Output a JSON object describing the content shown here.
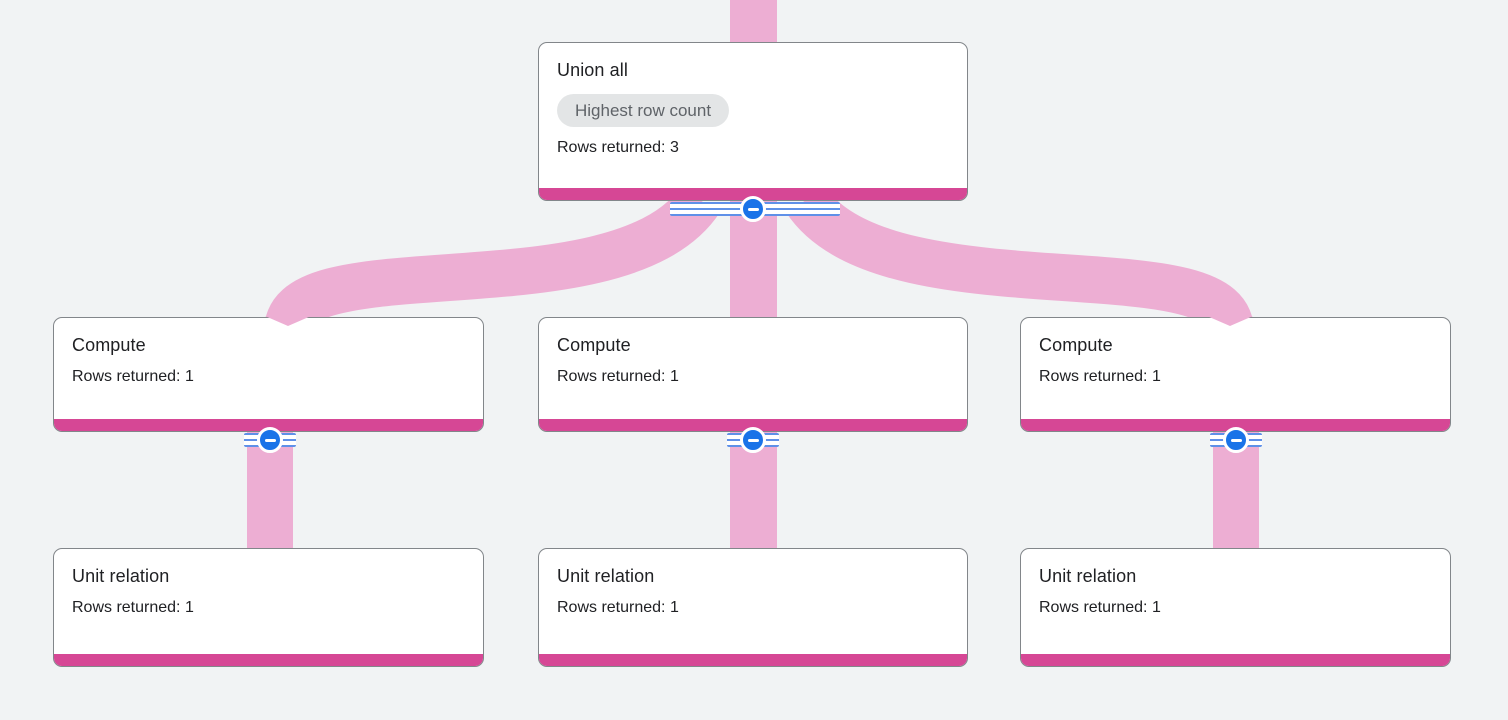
{
  "diagram": {
    "kind": "query-execution-graph",
    "background": "#f1f3f4"
  },
  "colors": {
    "edge_pink": "#edaed3",
    "node_bottom_bar": "#d64795",
    "node_background": "#ffffff",
    "node_border": "#82868a",
    "title_text": "#202124",
    "body_text": "#202124",
    "badge_background": "#e3e5e6",
    "badge_text": "#5f6368",
    "collapse_circle_blue": "#1a73e8",
    "collapse_stripe_blue": "#5f90e8"
  },
  "nodes": [
    {
      "id": "union-all",
      "title": "Union all",
      "badge": "Highest row count",
      "rows": "Rows returned: 3"
    },
    {
      "id": "compute-1",
      "title": "Compute",
      "rows": "Rows returned: 1"
    },
    {
      "id": "compute-2",
      "title": "Compute",
      "rows": "Rows returned: 1"
    },
    {
      "id": "compute-3",
      "title": "Compute",
      "rows": "Rows returned: 1"
    },
    {
      "id": "unit-relation-1",
      "title": "Unit relation",
      "rows": "Rows returned: 1"
    },
    {
      "id": "unit-relation-2",
      "title": "Unit relation",
      "rows": "Rows returned: 1"
    },
    {
      "id": "unit-relation-3",
      "title": "Unit relation",
      "rows": "Rows returned: 1"
    }
  ],
  "edges": [
    {
      "from": "offscreen-parent",
      "to": "union-all"
    },
    {
      "from": "union-all",
      "to": "compute-1"
    },
    {
      "from": "union-all",
      "to": "compute-2"
    },
    {
      "from": "union-all",
      "to": "compute-3"
    },
    {
      "from": "compute-1",
      "to": "unit-relation-1"
    },
    {
      "from": "compute-2",
      "to": "unit-relation-2"
    },
    {
      "from": "compute-3",
      "to": "unit-relation-3"
    }
  ],
  "collapse_buttons": [
    {
      "node": "union-all",
      "state": "expanded",
      "icon": "minus"
    },
    {
      "node": "compute-1",
      "state": "expanded",
      "icon": "minus"
    },
    {
      "node": "compute-2",
      "state": "expanded",
      "icon": "minus"
    },
    {
      "node": "compute-3",
      "state": "expanded",
      "icon": "minus"
    }
  ]
}
